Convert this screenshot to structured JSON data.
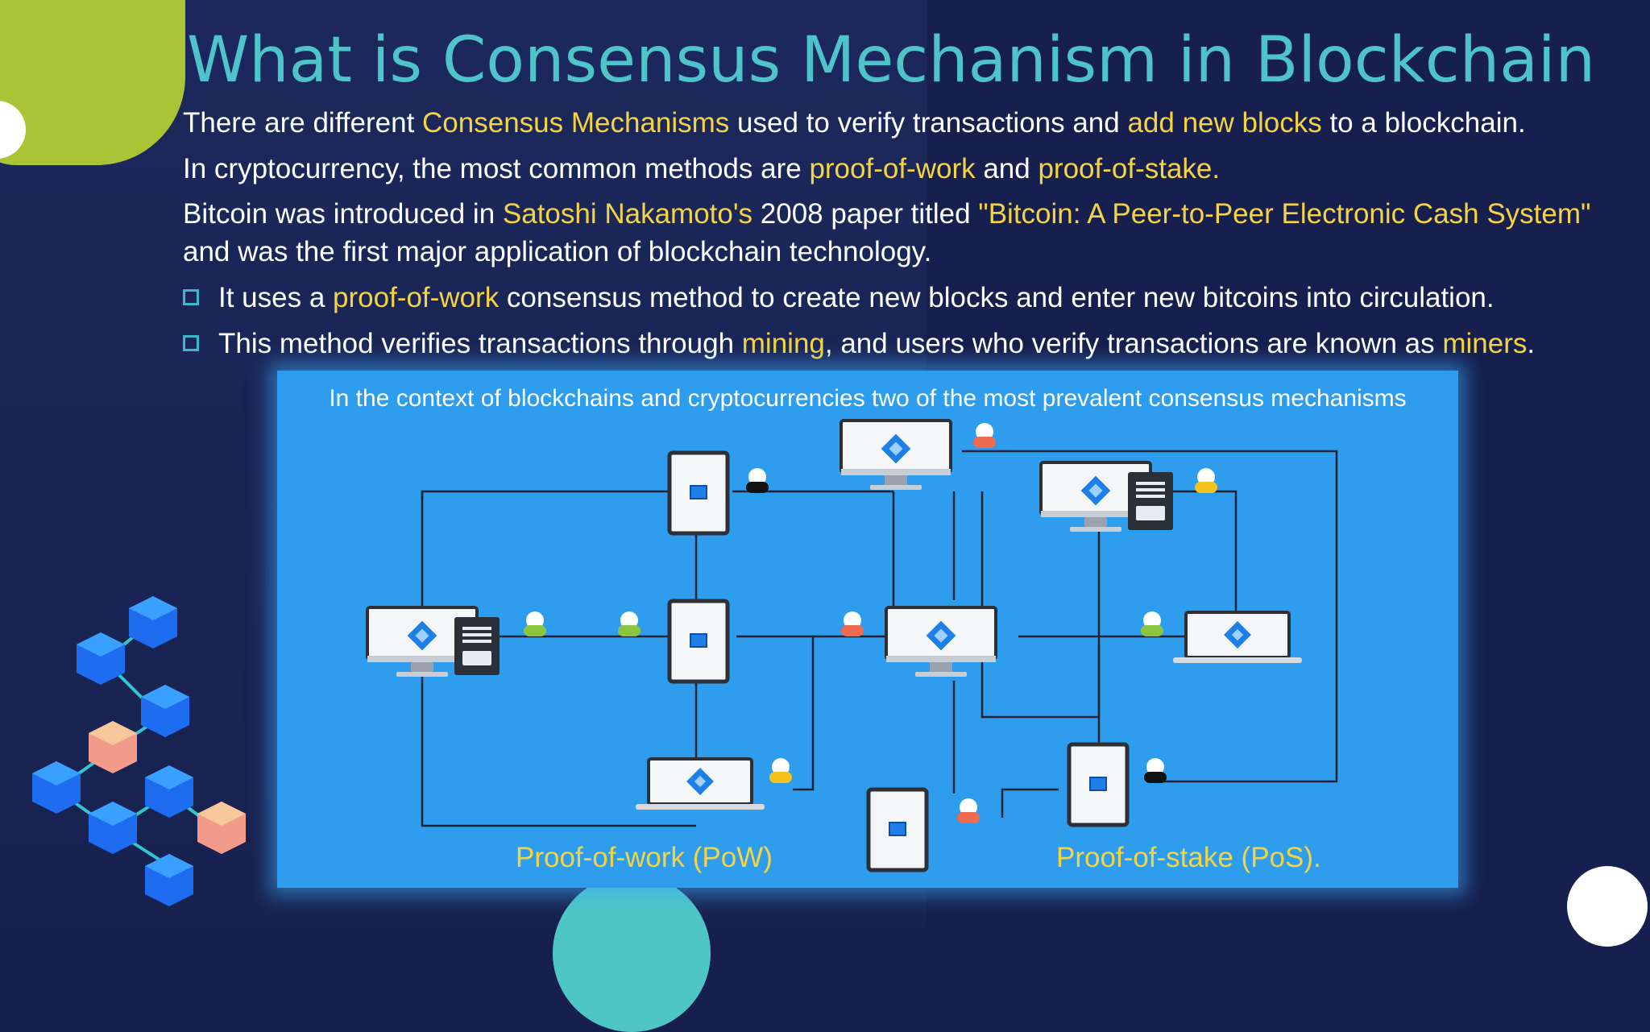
{
  "slide": {
    "title": "What is Consensus Mechanism in Blockchain",
    "line1": {
      "p1": "There are different ",
      "h1": "Consensus Mechanisms",
      "p2": " used to verify transactions and ",
      "h2": "add new blocks",
      "p3": " to a blockchain."
    },
    "line2": {
      "p1": "In cryptocurrency, the most common methods are ",
      "h1": "proof-of-work",
      "p2": " and ",
      "h2": "proof-of-stake."
    },
    "line3": {
      "p1": "Bitcoin was introduced in ",
      "h1": "Satoshi Nakamoto's",
      "p2": " 2008 paper titled ",
      "h2": "\"Bitcoin: A Peer-to-Peer Electronic Cash System\"",
      "p3": "and was the first major application of blockchain technology."
    },
    "bullets": [
      {
        "p1": "It uses a ",
        "h1": "proof-of-work",
        "p2": " consensus method to create new blocks and enter new bitcoins into circulation."
      },
      {
        "p1": "This method verifies transactions through ",
        "h1": "mining",
        "p2": ", and users who verify transactions are known as ",
        "h2": "miners",
        "p3": "."
      }
    ]
  },
  "diagram": {
    "caption": "In the context of blockchains and cryptocurrencies two of the most prevalent consensus mechanisms",
    "label_left": "Proof-of-work (PoW)",
    "label_right": "Proof-of-stake (PoS)."
  },
  "colors": {
    "title": "#4ec3c9",
    "highlight": "#f5d443",
    "background": "#161f4d",
    "diagram_bg": "#2f9dee",
    "bullet": "#3bb8c8",
    "blob_green": "#aac436"
  }
}
